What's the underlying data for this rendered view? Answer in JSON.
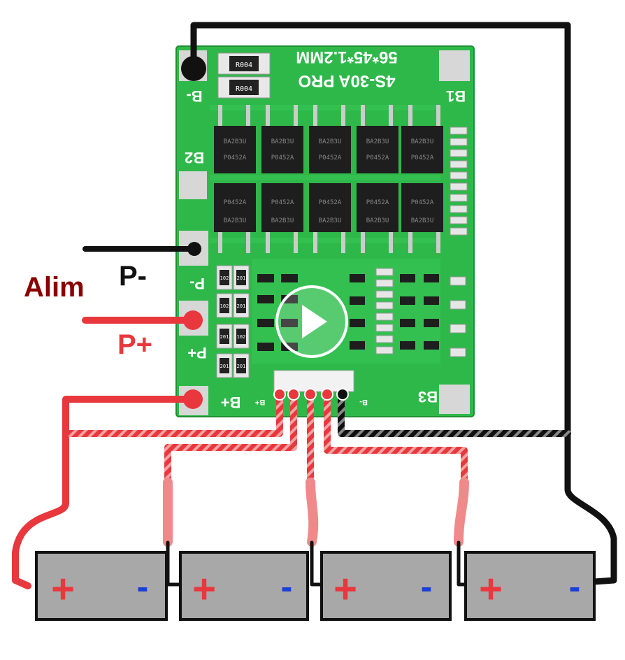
{
  "board": {
    "title_line1": "56*45*1.2MM",
    "title_line2": "4S-30A PRO",
    "pad_bminus": "B-",
    "pad_b1": "B1",
    "pad_b2": "B2",
    "pad_b3": "B3",
    "pad_pminus": "P-",
    "pad_pplus": "P+",
    "pad_bplus": "B+",
    "small_bplus": "B+",
    "small_bminus": "B-",
    "resistor_top": "R004",
    "resistor_values": [
      "102",
      "201",
      "102",
      "201",
      "201",
      "102",
      "201",
      "201"
    ],
    "mosfet_top_code": "BA2B3U",
    "mosfet_top_part": "P0452A",
    "mosfet_bottom_code": "BA2B3U",
    "mosfet_bottom_part": "P0452A"
  },
  "labels": {
    "alim": "Alim",
    "p_minus": "P-",
    "p_plus": "P+"
  },
  "batteries": [
    {
      "plus": "+",
      "minus": "-"
    },
    {
      "plus": "+",
      "minus": "-"
    },
    {
      "plus": "+",
      "minus": "-"
    },
    {
      "plus": "+",
      "minus": "-"
    }
  ],
  "colors": {
    "pcb": "#2fb84a",
    "pcb_dark": "#1f8f35",
    "wire_red": "#e8383d",
    "wire_pink": "#f08a8a",
    "wire_black": "#111111",
    "battery": "#a8a8a8",
    "alim_text": "#8b0000",
    "plus_red": "#e8383d",
    "minus_blue": "#1a3fd6"
  },
  "icons": {
    "play": "play-icon"
  }
}
